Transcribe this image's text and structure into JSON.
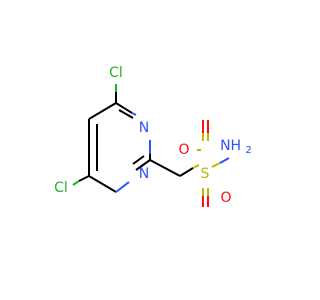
{
  "molecule": {
    "atoms": {
      "cl_top": "Cl",
      "cl_bottom": "Cl",
      "n_top": "N",
      "n_bottom": "N",
      "sulfur": "S",
      "oxygen_top": "O",
      "oxygen_bottom": "O",
      "nh2": "NH",
      "nh2_subscript": "2"
    }
  },
  "colors": {
    "carbon_bond": "#000000",
    "chlorine": "#1FB41F",
    "nitrogen": "#3050F8",
    "sulfur": "#B8B800",
    "oxygen": "#FF0D0D",
    "background": "#FFFFFF"
  }
}
